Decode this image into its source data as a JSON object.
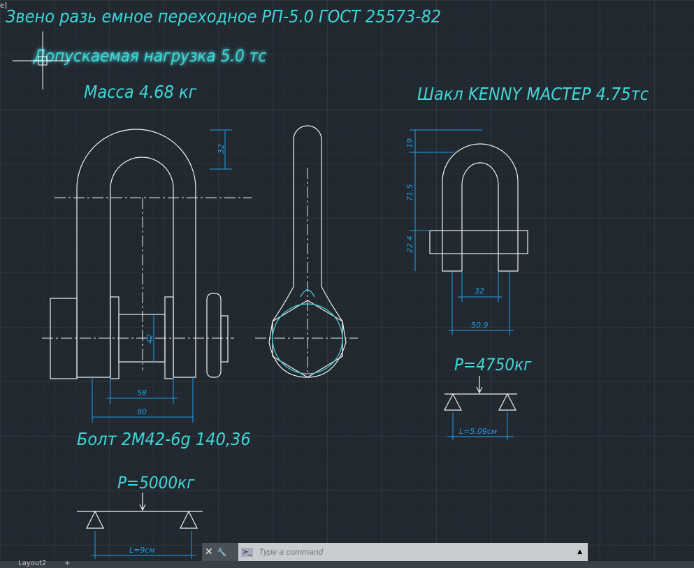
{
  "drawing": {
    "title": "Звено разь емное переходное РП-5.0 ГОСТ 25573-82",
    "load": "Допускаемая нагрузка 5.0 тс",
    "mass": "Масса 4.68 кг",
    "shackle_title": "Шакл KENNY МАСТЕР 4.75тс",
    "bolt": "Болт 2М42-6g 140,36",
    "p_left": "P=5000кг",
    "l_left": "L=9см",
    "p_right": "P=4750кг",
    "l_right": "L=5.09см",
    "dims_left": [
      "32",
      "42",
      "58",
      "90"
    ],
    "dims_right": [
      "19",
      "71.5",
      "22.4",
      "32",
      "50.9"
    ]
  },
  "command": {
    "placeholder": "Type a command",
    "close": "✕",
    "wrench": "🔧",
    "prompt": "≻_"
  },
  "tabs": {
    "layout2": "Layout2",
    "add": "+"
  },
  "corner_label": "e]"
}
